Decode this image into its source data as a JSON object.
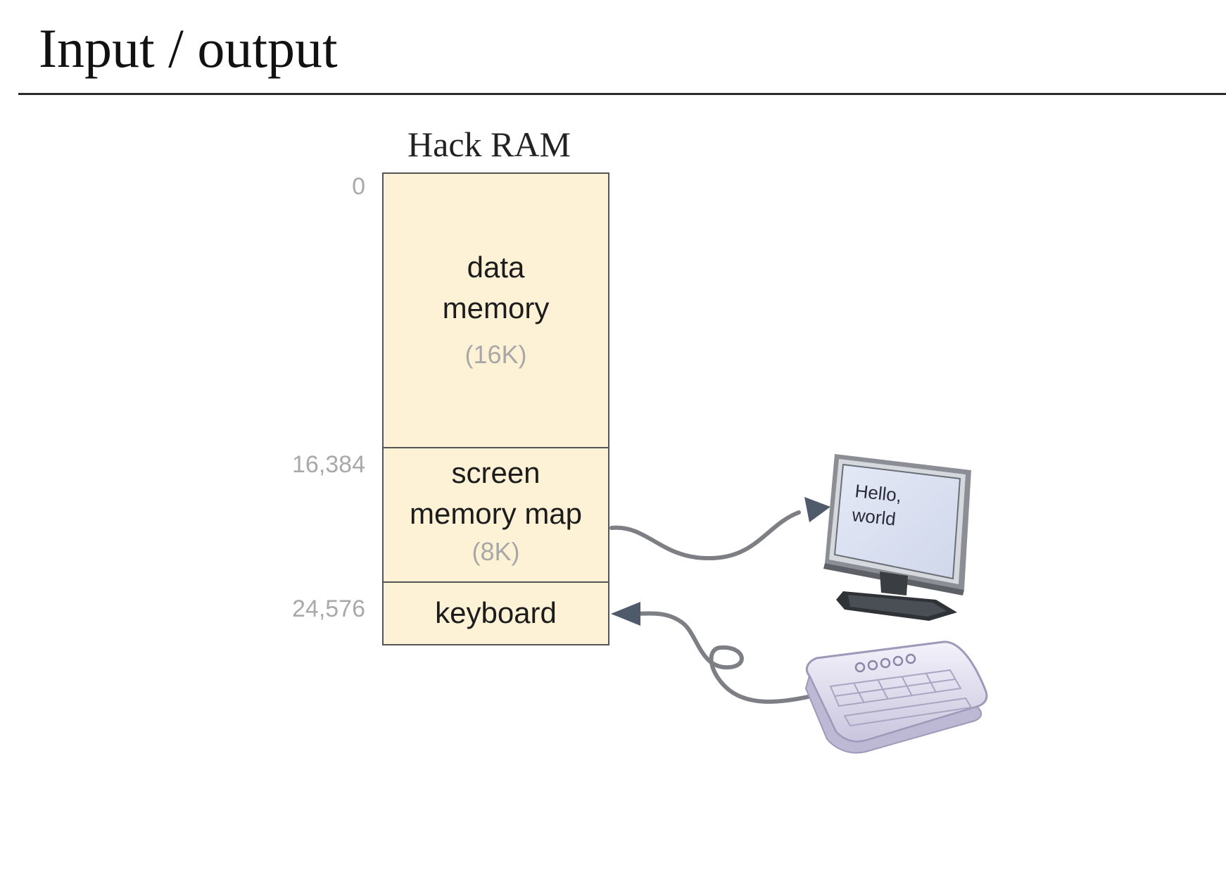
{
  "slide": {
    "title": "Input / output"
  },
  "ram": {
    "title": "Hack RAM",
    "segments": [
      {
        "name": "data\nmemory",
        "size": "(16K)",
        "start_address": "0"
      },
      {
        "name": "screen\nmemory map",
        "size": "(8K)",
        "start_address": "16,384"
      },
      {
        "name": "keyboard",
        "size": "",
        "start_address": "24,576"
      }
    ]
  },
  "devices": {
    "monitor_text_line1": "Hello,",
    "monitor_text_line2": "world"
  },
  "colors": {
    "segment_fill": "#fdf2d6",
    "segment_border": "#555555",
    "address_text": "#a9a9a9",
    "wire": "#7d7f85",
    "arrowhead": "#4f5a6a"
  },
  "icons": {
    "monitor": "monitor-icon",
    "keyboard": "keyboard-icon"
  }
}
